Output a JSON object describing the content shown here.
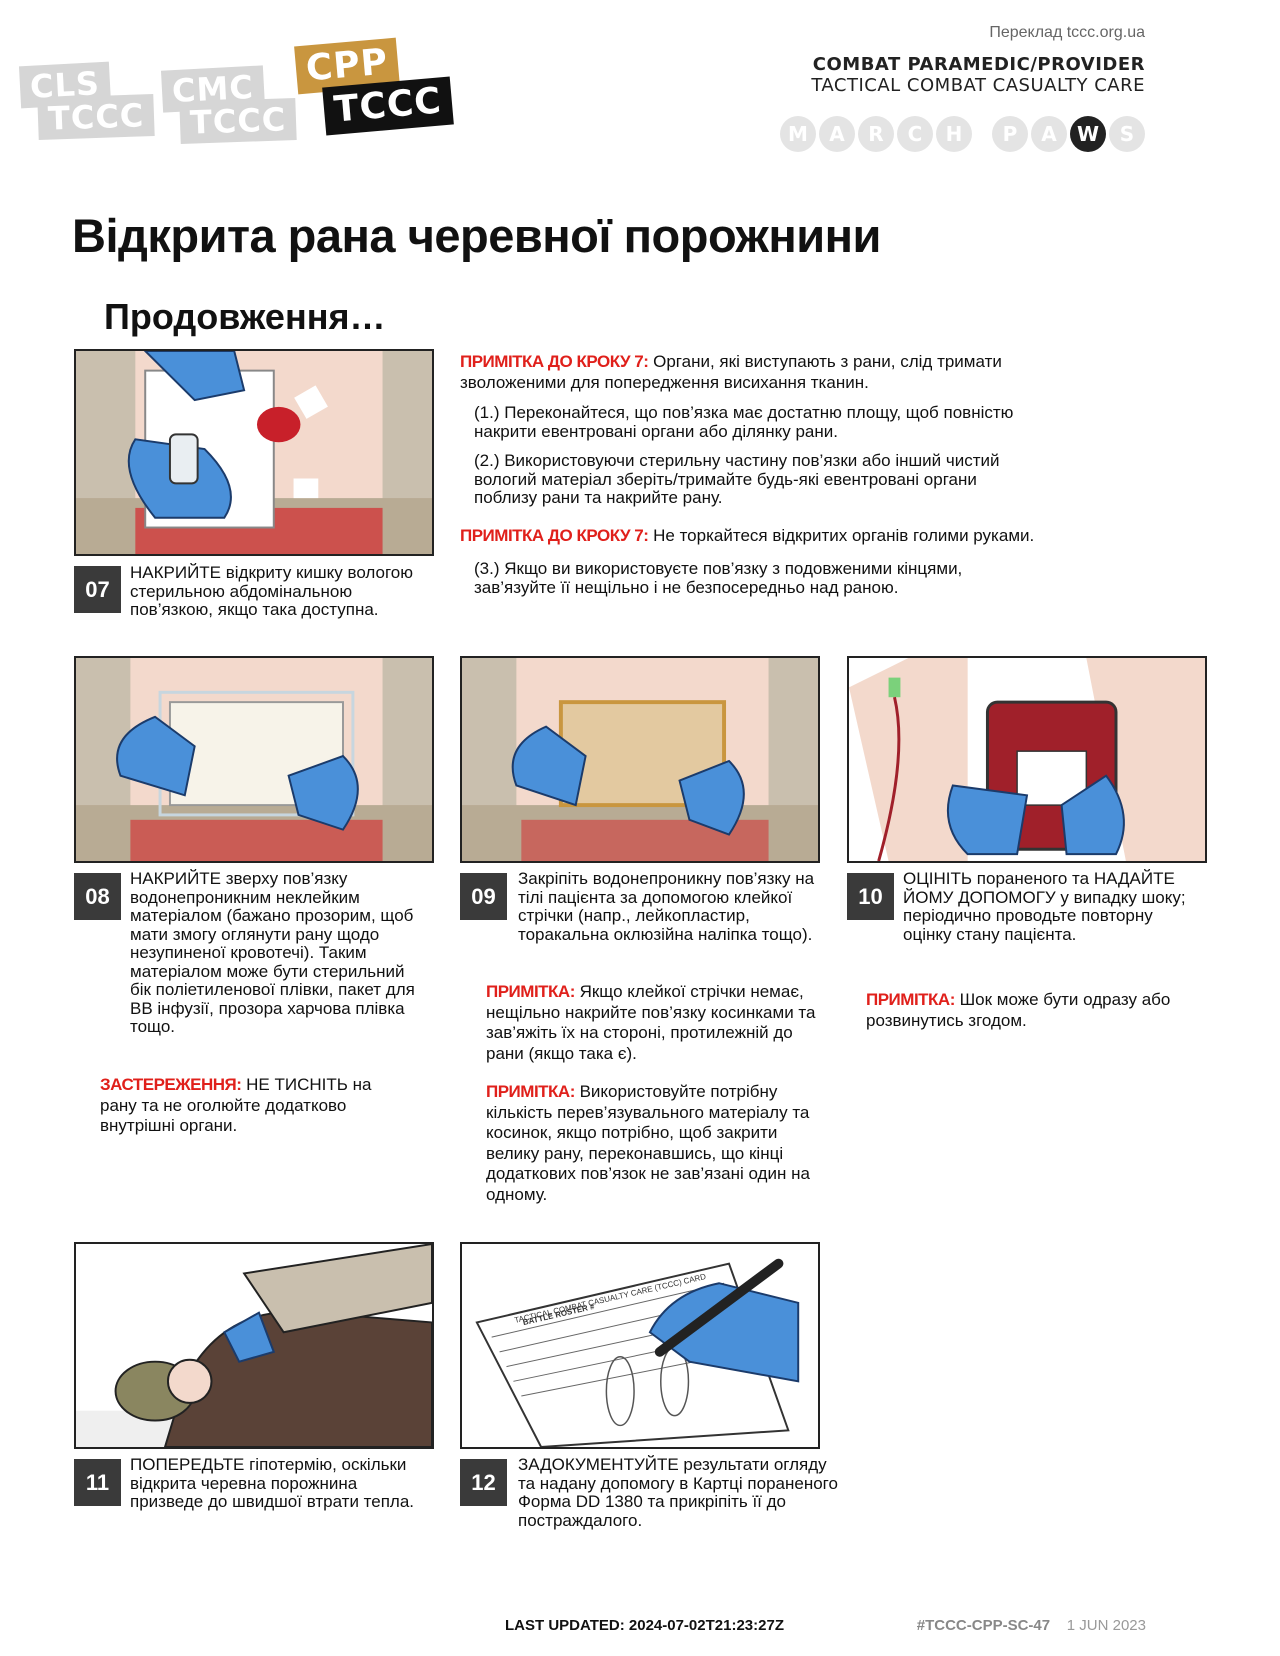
{
  "header": {
    "translation": "Переклад tccc.org.ua",
    "org_line1": "COMBAT PARAMEDIC/PROVIDER",
    "org_line2": "TACTICAL COMBAT CASUALTY CARE",
    "badges": [
      {
        "top": "CLS",
        "bottom": "TCCC"
      },
      {
        "top": "CMC",
        "bottom": "TCCC"
      },
      {
        "top": "CPP",
        "bottom": "TCCC"
      }
    ],
    "march_paws": [
      "M",
      "A",
      "R",
      "C",
      "H",
      "P",
      "A",
      "W",
      "S"
    ],
    "march_active": "W"
  },
  "title": "Відкрита рана черевної порожнини",
  "subtitle": "Продовження…",
  "step7": {
    "num": "07",
    "text": "НАКРИЙТЕ відкриту кишку вологою стерильною абдомінальною пов’язкою, якщо така доступна."
  },
  "notes7": {
    "label1": "ПРИМІТКА ДО КРОКУ 7:",
    "text1": " Органи, які виступають з рани, слід тримати зволоженими для попередження висихання тканин.",
    "sub1": "(1.) Переконайтеся, що пов’язка має достатню площу, щоб повністю накрити евентровані органи або ділянку рани.",
    "sub2": "(2.) Використовуючи стерильну частину пов’язки або інший чистий вологий матеріал зберіть/тримайте будь-які евентровані органи поблизу рани та накрийте рану.",
    "label2": "ПРИМІТКА ДО КРОКУ 7:",
    "text2": " Не торкайтеся відкритих органів голими руками.",
    "sub3": "(3.) Якщо ви використовуєте пов’язку з подовженими кінцями, зав’язуйте її нещільно і не безпосередньо над раною."
  },
  "step8": {
    "num": "08",
    "text": "НАКРИЙТЕ зверху пов’язку водонепроникним неклейким матеріалом (бажано прозорим, щоб мати змогу оглянути рану щодо незупиненої кровотечі). Таким матеріалом може бути стерильний бік поліетиленової плівки, пакет для ВВ інфузії, прозора харчова плівка тощо.",
    "warn_label": "ЗАСТЕРЕЖЕННЯ:",
    "warn_text": " НЕ ТИСНІТЬ на рану та не оголюйте додатково внутрішні органи."
  },
  "step9": {
    "num": "09",
    "text": "Закріпіть водонепроникну пов’язку на тілі пацієнта за допомогою клейкої стрічки (напр., лейкопластир, торакальна оклюзійна наліпка тощо).",
    "note1_label": "ПРИМІТКА:",
    "note1_text": " Якщо клейкої стрічки немає, нещільно накрийте пов’язку косинками та зав’яжіть їх на стороні, протилежній до рани (якщо така є).",
    "note2_label": "ПРИМІТКА:",
    "note2_text": " Використовуйте потрібну кількість перев’язувального матеріалу та косинок, якщо потрібно, щоб закрити велику рану, переконавшись, що кінці додаткових пов’язок не зав’язані один на одному."
  },
  "step10": {
    "num": "10",
    "text": "ОЦІНІТЬ пораненого та НАДАЙТЕ ЙОМУ ДОПОМОГУ у випадку шоку; періодично проводьте повторну оцінку стану пацієнта.",
    "note_label": "ПРИМІТКА:",
    "note_text": " Шок може бути одразу або розвинутись згодом."
  },
  "step11": {
    "num": "11",
    "text": "ПОПЕРЕДЬТЕ гіпотермію, оскільки відкрита черевна порожнина призведе до швидшої втрати тепла."
  },
  "step12": {
    "num": "12",
    "text": "ЗАДОКУМЕНТУЙТЕ результати огляду та надану допомогу в Картці пораненого Форма DD 1380 та прикріпіть її до постраждалого.",
    "card_title": "TACTICAL COMBAT CASUALTY CARE (TCCC) CARD",
    "card_sub": "BATTLE ROSTER #"
  },
  "footer": {
    "updated": "LAST UPDATED: 2024-07-02T21:23:27Z",
    "code": "#TCCC-CPP-SC-47",
    "date": "1 JUN 2023"
  },
  "colors": {
    "accent_red": "#e0201b",
    "glove_blue": "#4a90d9",
    "blood": "#c8202a",
    "cpp_gold": "#c9963f"
  }
}
